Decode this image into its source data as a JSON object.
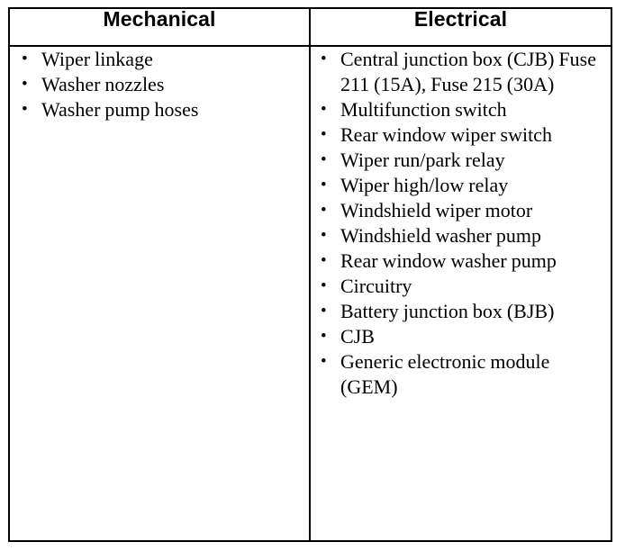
{
  "table": {
    "columns": [
      {
        "key": "mechanical",
        "header": "Mechanical"
      },
      {
        "key": "electrical",
        "header": "Electrical"
      }
    ],
    "bullet_glyph": "•",
    "mechanical_items": [
      "Wiper linkage",
      "Washer nozzles",
      "Washer pump hoses"
    ],
    "electrical_items": [
      "Central junction box (CJB) Fuse 211 (15A), Fuse 215 (30A)",
      "Multifunction switch",
      "Rear window wiper switch",
      "Wiper run/park relay",
      "Wiper high/low relay",
      "Windshield wiper motor",
      "Windshield washer pump",
      "Rear window washer pump",
      "Circuitry",
      "Battery junction box (BJB)",
      "CJB",
      "Generic electronic module (GEM)"
    ]
  },
  "style": {
    "border_color": "#000000",
    "text_color": "#000000",
    "background_color": "#ffffff"
  }
}
